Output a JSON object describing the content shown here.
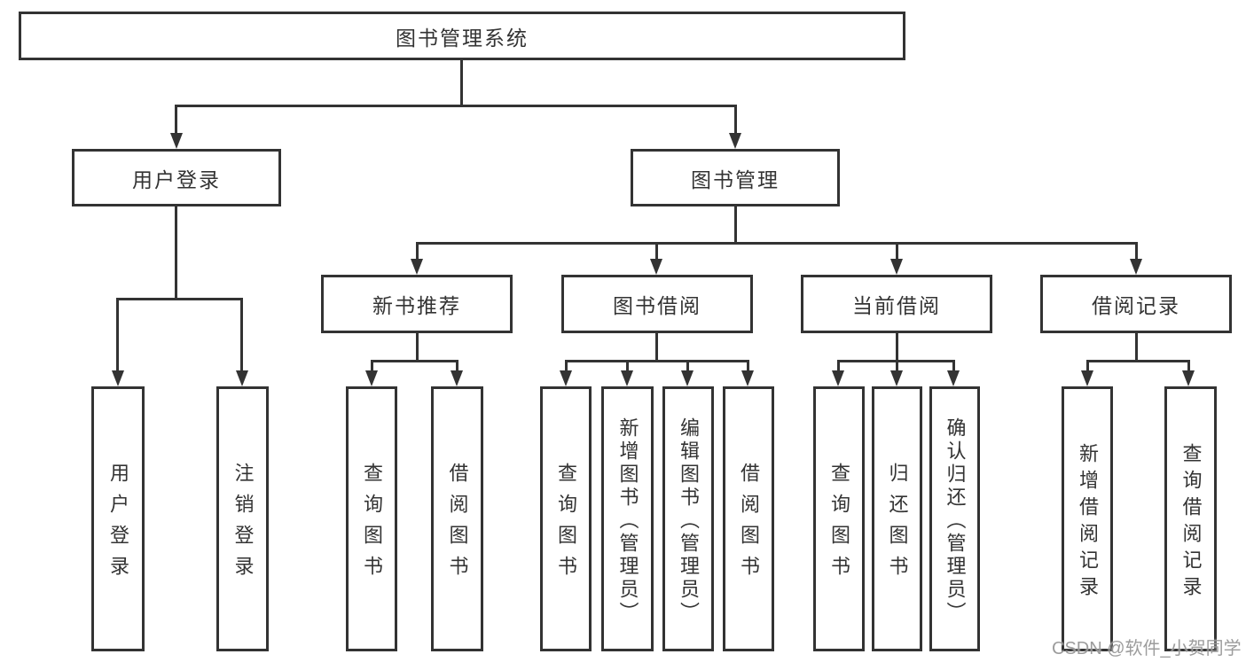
{
  "nodes": {
    "root": "图书管理系统",
    "user_login": "用户登录",
    "book_mgmt": "图书管理",
    "new_books": "新书推荐",
    "book_borrow": "图书借阅",
    "current_borrow": "当前借阅",
    "borrow_records": "借阅记录",
    "leaf_user_login": "用户登录",
    "leaf_logout": "注销登录",
    "leaf_nb_query_books": "查询图书",
    "leaf_nb_borrow_books": "借阅图书",
    "leaf_bb_query_books": "查询图书",
    "leaf_bb_add_books": "新增图书（管理员）",
    "leaf_bb_edit_books": "编辑图书（管理员）",
    "leaf_bb_borrow_books": "借阅图书",
    "leaf_cb_query_books": "查询图书",
    "leaf_cb_return_books": "归还图书",
    "leaf_cb_confirm_return": "确认归还（管理员）",
    "leaf_br_add_record": "新增借阅记录",
    "leaf_br_query_record": "查询借阅记录"
  },
  "watermark": "CSDN @软件_小贺同学",
  "colors": {
    "line": "#333333",
    "text": "#333333",
    "watermark": "#949494",
    "background": "#ffffff"
  }
}
